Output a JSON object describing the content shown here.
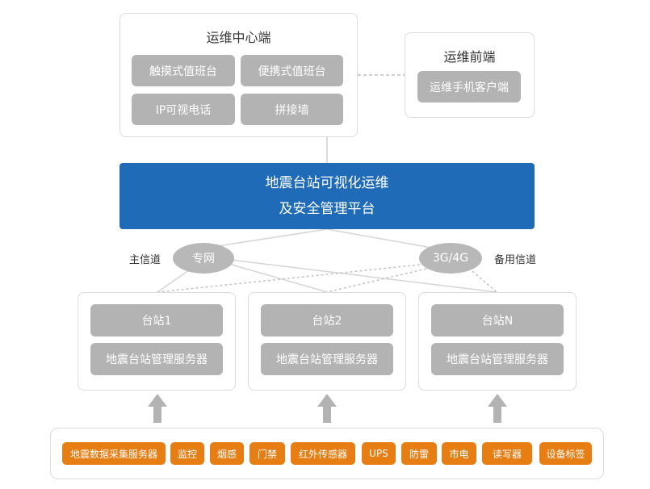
{
  "ops_center": {
    "title": "运维中心端",
    "items": [
      "触摸式值班台",
      "便携式值班台",
      "IP可视电话",
      "拼接墙"
    ]
  },
  "ops_frontend": {
    "title": "运维前端",
    "items": [
      "运维手机客户端"
    ]
  },
  "platform": {
    "line1": "地震台站可视化运维",
    "line2": "及安全管理平台"
  },
  "channels": {
    "primary_label": "主信道",
    "primary_node": "专网",
    "backup_label": "备用信道",
    "backup_node": "3G/4G"
  },
  "stations": [
    {
      "name": "台站1",
      "server": "地震台站管理服务器"
    },
    {
      "name": "台站2",
      "server": "地震台站管理服务器"
    },
    {
      "name": "台站N",
      "server": "地震台站管理服务器"
    }
  ],
  "devices": [
    "地震数据采集服务器",
    "监控",
    "烟感",
    "门禁",
    "红外传感器",
    "UPS",
    "防雷",
    "市电",
    "读写器",
    "设备标签"
  ],
  "colors": {
    "platform": "#1f6bb8",
    "device": "#e67e14",
    "node": "#b3b3b3",
    "arrow": "#b3b3b3"
  }
}
